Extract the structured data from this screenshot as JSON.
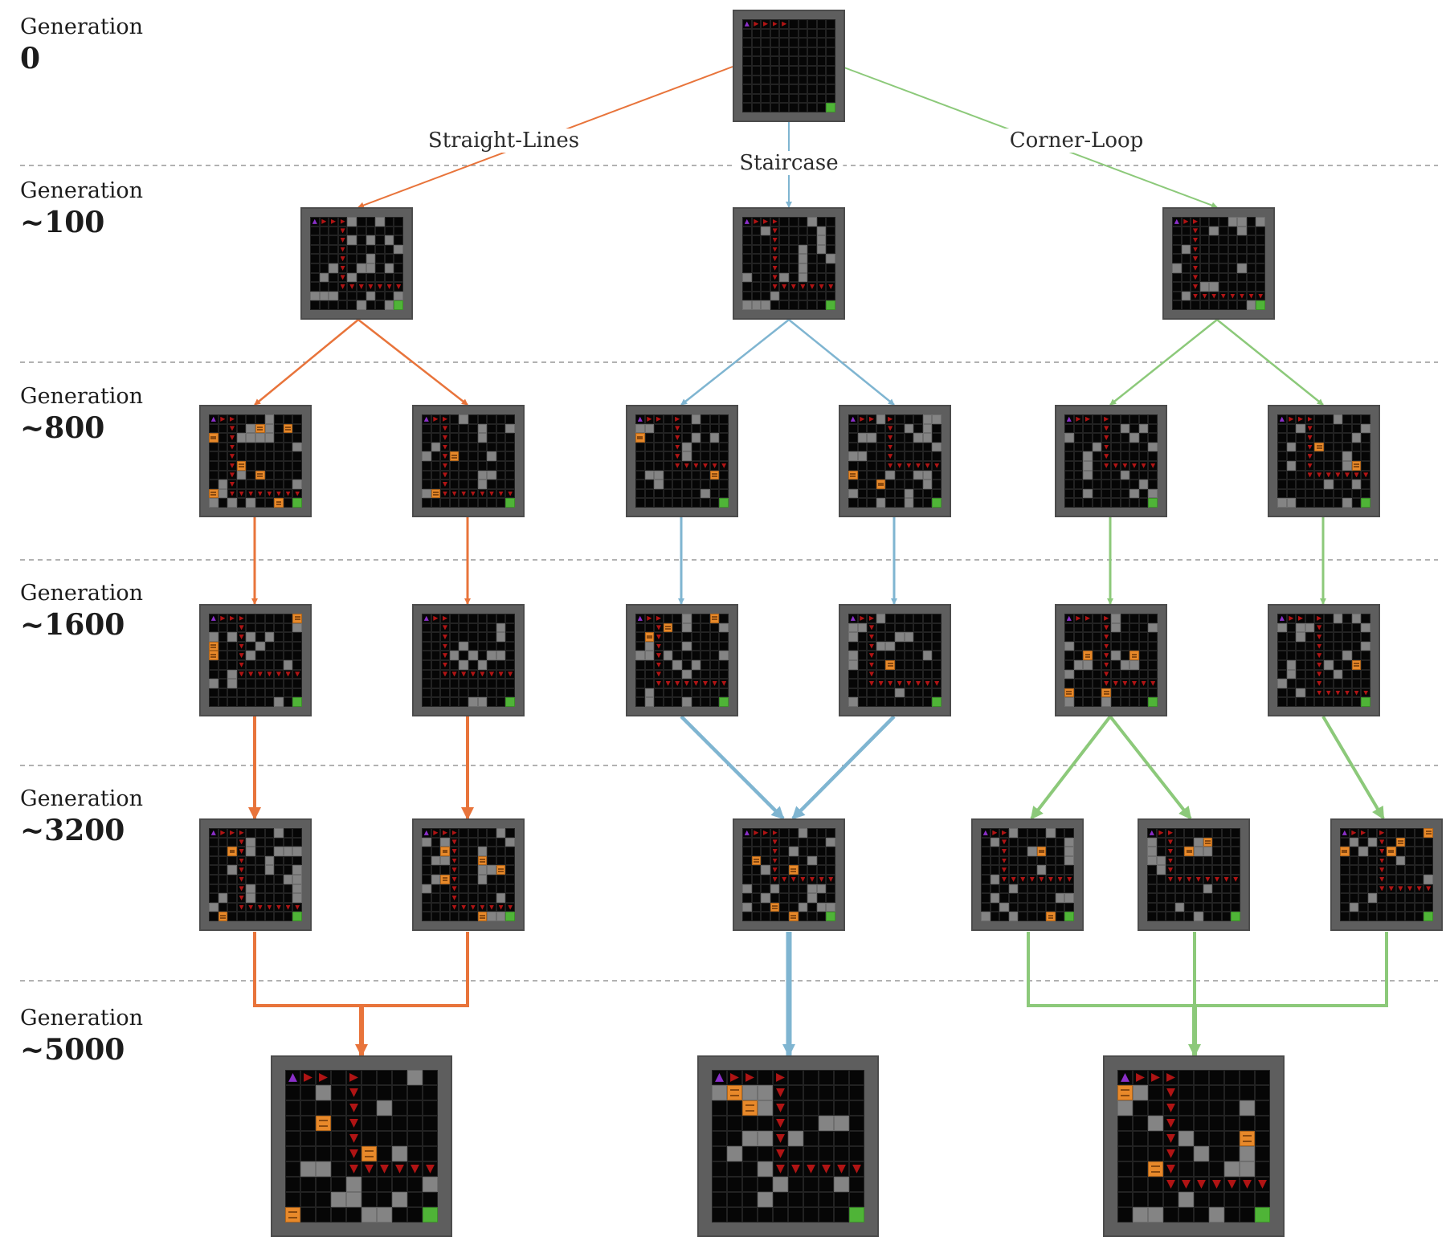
{
  "generations": [
    {
      "word": "Generation",
      "number": "0"
    },
    {
      "word": "Generation",
      "number": "~100"
    },
    {
      "word": "Generation",
      "number": "~800"
    },
    {
      "word": "Generation",
      "number": "~1600"
    },
    {
      "word": "Generation",
      "number": "~3200"
    },
    {
      "word": "Generation",
      "number": "~5000"
    }
  ],
  "branches": {
    "straight": {
      "label": "Straight-Lines",
      "color": "#e8743b"
    },
    "staircase": {
      "label": "Staircase",
      "color": "#7fb5d1"
    },
    "corner": {
      "label": "Corner-Loop",
      "color": "#8cc97a"
    }
  },
  "cell_legend": {
    "floor": "#060606",
    "wall": "#848484",
    "goal": "#4fb437",
    "start": "#8b2fc9",
    "path": "#b01414",
    "lava": "#e8892a"
  }
}
